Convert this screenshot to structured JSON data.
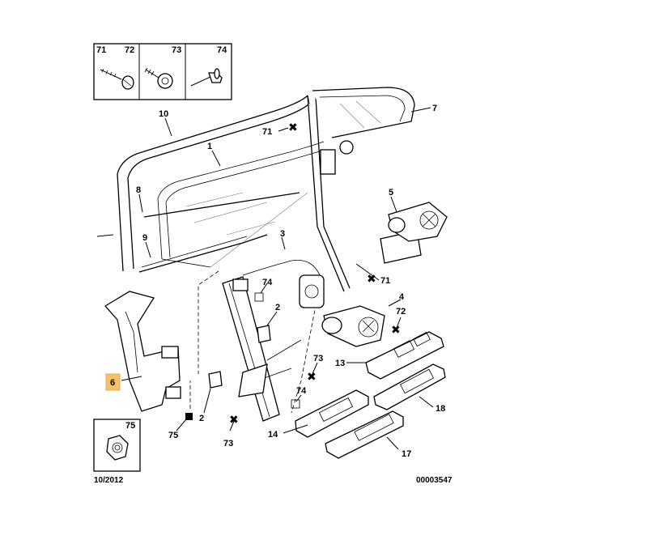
{
  "fastener_box": {
    "labels": [
      "71",
      "72",
      "73",
      "74"
    ]
  },
  "nut_box": {
    "label": "75"
  },
  "callouts": {
    "c1": "1",
    "c2a": "2",
    "c2b": "2",
    "c3": "3",
    "c4": "4",
    "c5": "5",
    "c6": "6",
    "c7": "7",
    "c8": "8",
    "c9": "9",
    "c10": "10",
    "c13": "13",
    "c14": "14",
    "c17": "17",
    "c18": "18",
    "c71a": "71",
    "c71b": "71",
    "c72": "72",
    "c73a": "73",
    "c73b": "73",
    "c74a": "74",
    "c74b": "74",
    "c75": "75"
  },
  "highlight": "6",
  "footer": {
    "date": "10/2012",
    "reference": "00003547"
  },
  "colors": {
    "highlight": "#f5c26b"
  }
}
